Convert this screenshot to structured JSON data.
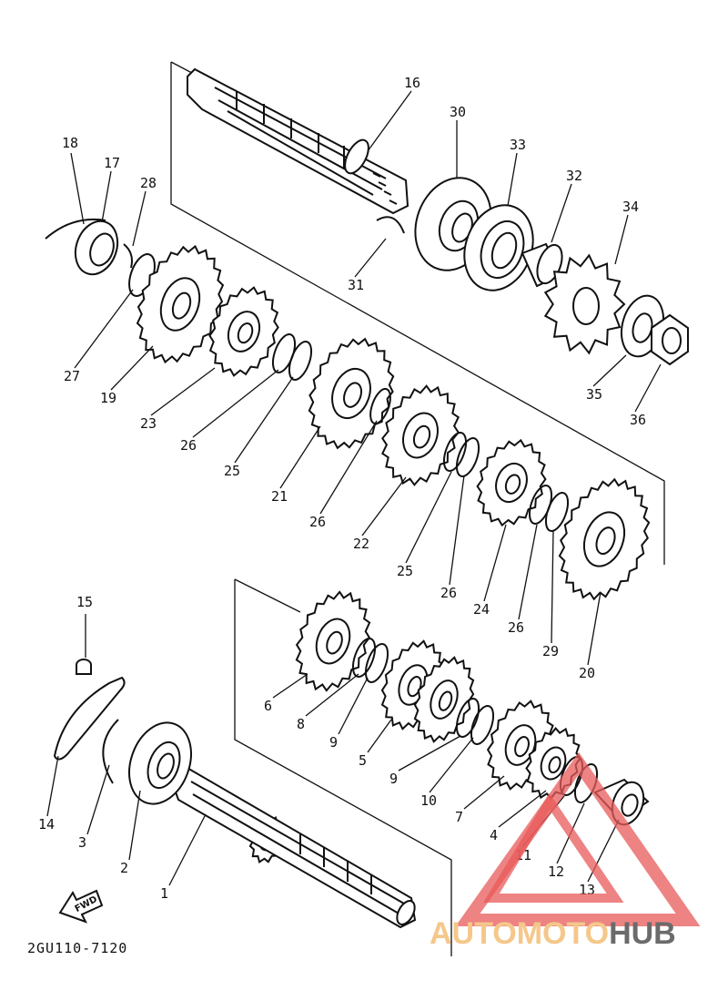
{
  "diagram_code": "2GU110-7120",
  "fwd_label": "FWD",
  "watermark": {
    "part1": "AUTOMOTO",
    "part2": "HUB",
    "color1": "#f5c78a",
    "color2": "#6b6b6b",
    "logo_color": "#e85a5a"
  },
  "callouts": {
    "c1": "1",
    "c2": "2",
    "c3": "3",
    "c4": "4",
    "c5": "5",
    "c6": "6",
    "c7": "7",
    "c8": "8",
    "c9a": "9",
    "c9b": "9",
    "c10": "10",
    "c11": "11",
    "c12": "12",
    "c13": "13",
    "c14": "14",
    "c15": "15",
    "c16": "16",
    "c17": "17",
    "c18": "18",
    "c19": "19",
    "c20": "20",
    "c21": "21",
    "c22": "22",
    "c23": "23",
    "c24": "24",
    "c25a": "25",
    "c25b": "25",
    "c26a": "26",
    "c26b": "26",
    "c26c": "26",
    "c26d": "26",
    "c27": "27",
    "c28": "28",
    "c29": "29",
    "c30": "30",
    "c31": "31",
    "c32": "32",
    "c33": "33",
    "c34": "34",
    "c35": "35",
    "c36": "36"
  }
}
